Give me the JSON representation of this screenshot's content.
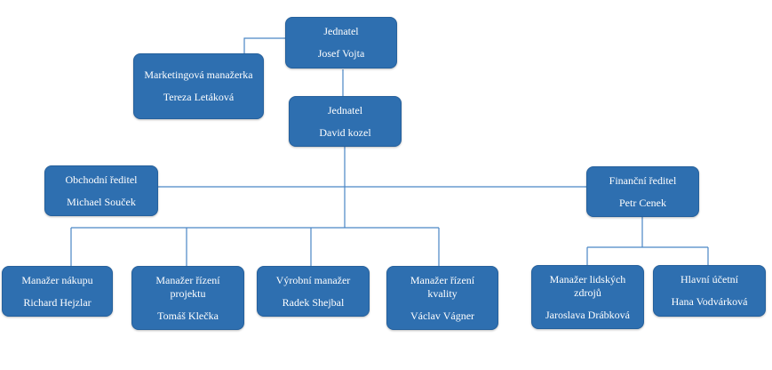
{
  "nodes": {
    "jednatel_1": {
      "title": "Jednatel",
      "name": "Josef Vojta"
    },
    "marketing": {
      "title": "Marketingová manažerka",
      "name": "Tereza Letáková"
    },
    "jednatel_2": {
      "title": "Jednatel",
      "name": "David kozel"
    },
    "obchodni": {
      "title": "Obchodní ředitel",
      "name": "Michael Souček"
    },
    "financni": {
      "title": "Finanční ředitel",
      "name": "Petr Cenek"
    },
    "nakup": {
      "title": "Manažer nákupu",
      "name": "Richard Hejzlar"
    },
    "projekt": {
      "title": "Manažer řízení projektu",
      "name": "Tomáš Klečka"
    },
    "vyroba": {
      "title": "Výrobní manažer",
      "name": "Radek Shejbal"
    },
    "kvalita": {
      "title": "Manažer řízení kvality",
      "name": "Václav Vágner"
    },
    "hr": {
      "title": "Manažer lidských zdrojů",
      "name": "Jaroslava Drábková"
    },
    "ucetni": {
      "title": "Hlavní účetní",
      "name": "Hana Vodvárková"
    }
  },
  "colors": {
    "box_fill": "#2e6fb0",
    "box_text": "#ffffff",
    "connector": "#4a86c5"
  }
}
